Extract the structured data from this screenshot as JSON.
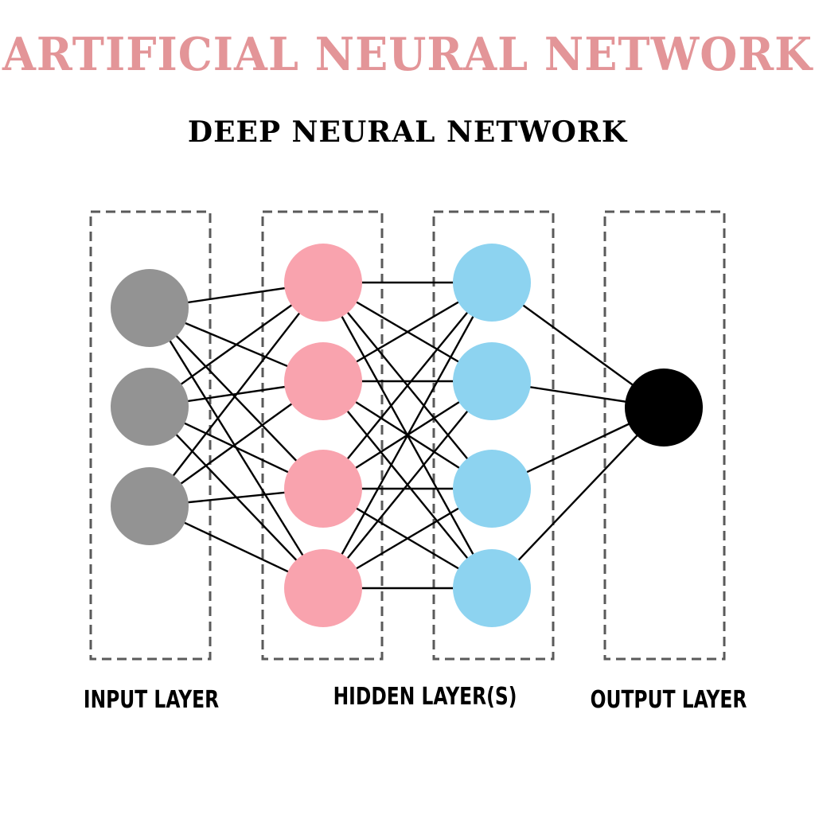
{
  "title": "ARTIFICIAL NEURAL NETWORK",
  "subtitle": "DEEP NEURAL NETWORK",
  "colors": {
    "title": "#e39598",
    "input_node": "#939393",
    "hidden1_node": "#f9a3ae",
    "hidden2_node": "#8dd3f0",
    "output_node": "#000000",
    "box_border": "#5a5a5a",
    "edge": "#000000"
  },
  "layers": [
    {
      "id": "input",
      "label": "INPUT LAYER",
      "nodes": 3,
      "color_key": "input_node"
    },
    {
      "id": "hidden1",
      "label": "HIDDEN LAYER(S)",
      "nodes": 4,
      "color_key": "hidden1_node"
    },
    {
      "id": "hidden2",
      "label": "",
      "nodes": 4,
      "color_key": "hidden2_node"
    },
    {
      "id": "output",
      "label": "OUTPUT LAYER",
      "nodes": 1,
      "color_key": "output_node"
    }
  ],
  "connections": "fully-connected between adjacent layers",
  "labels": {
    "input": "INPUT LAYER",
    "hidden": "HIDDEN LAYER(S)",
    "output": "OUTPUT LAYER"
  }
}
